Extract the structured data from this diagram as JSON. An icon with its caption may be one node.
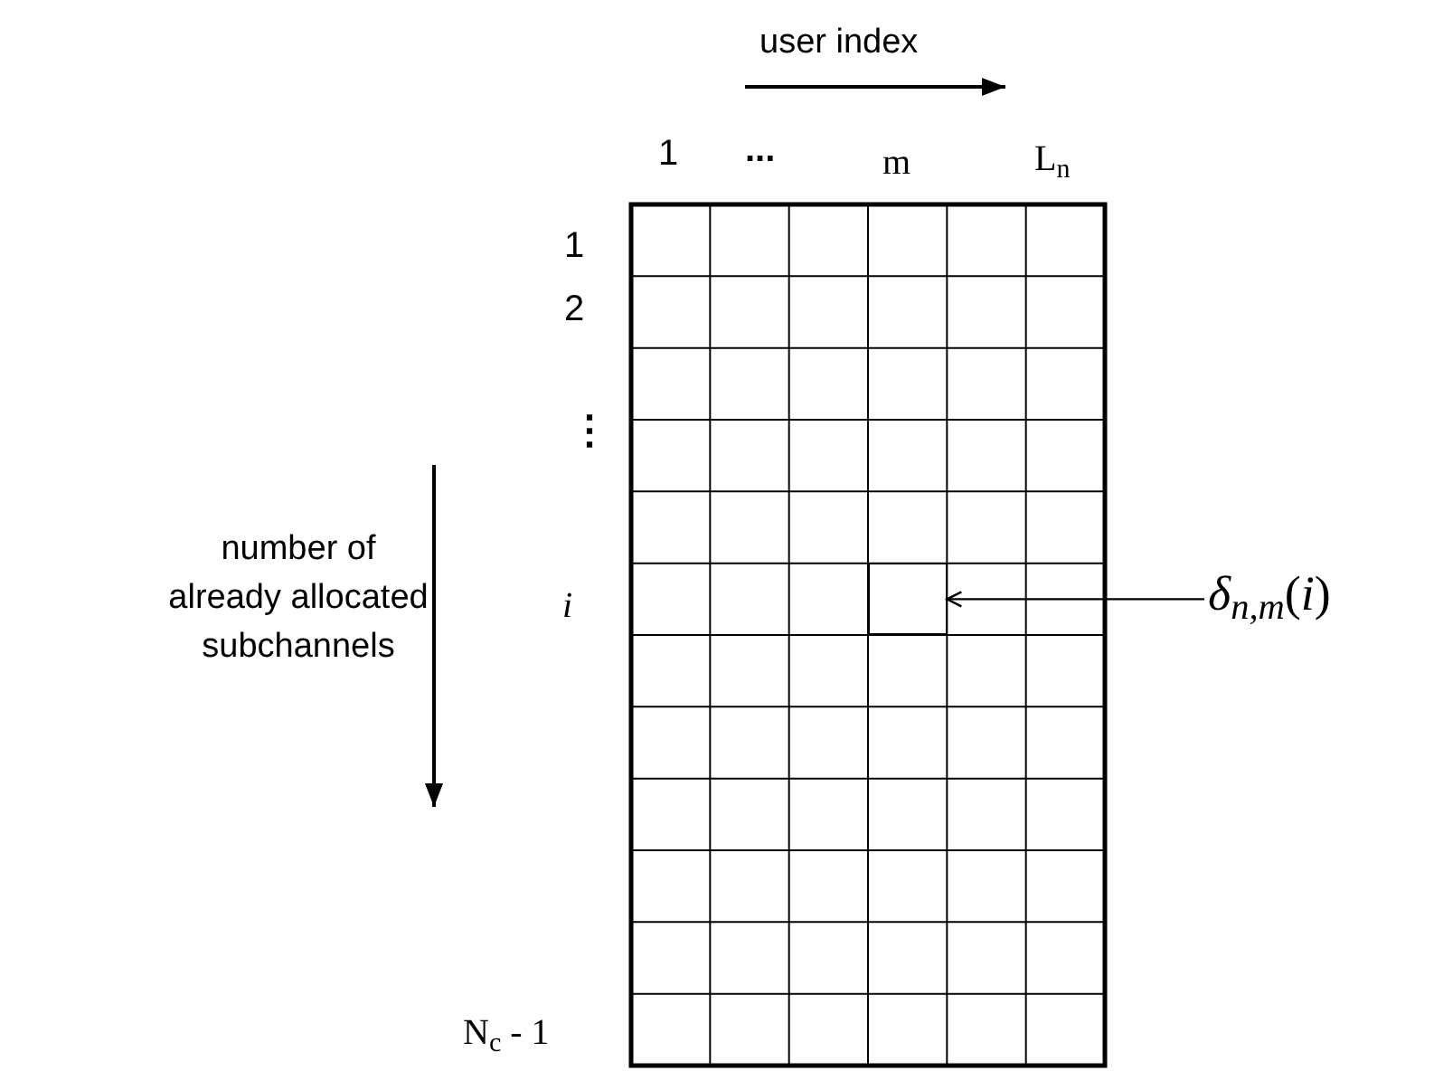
{
  "diagram": {
    "nodes": [
      {
        "text": [
          "*δ*$_{n,m}$(*i*)"
        ]
      },
      {
        "text": [],
        "shape": "box"
      }
    ],
    "edges": [
      {
        "from": 0,
        "to": 1,
        "arrow": "to"
      }
    ],
    "labels": [
      "user index",
      "1",
      "...",
      "m",
      "L$_{n}$",
      "1",
      "2",
      "⋮",
      "number of already allocated subchannels",
      "*i*",
      "N$_{c}$ - 1"
    ]
  }
}
